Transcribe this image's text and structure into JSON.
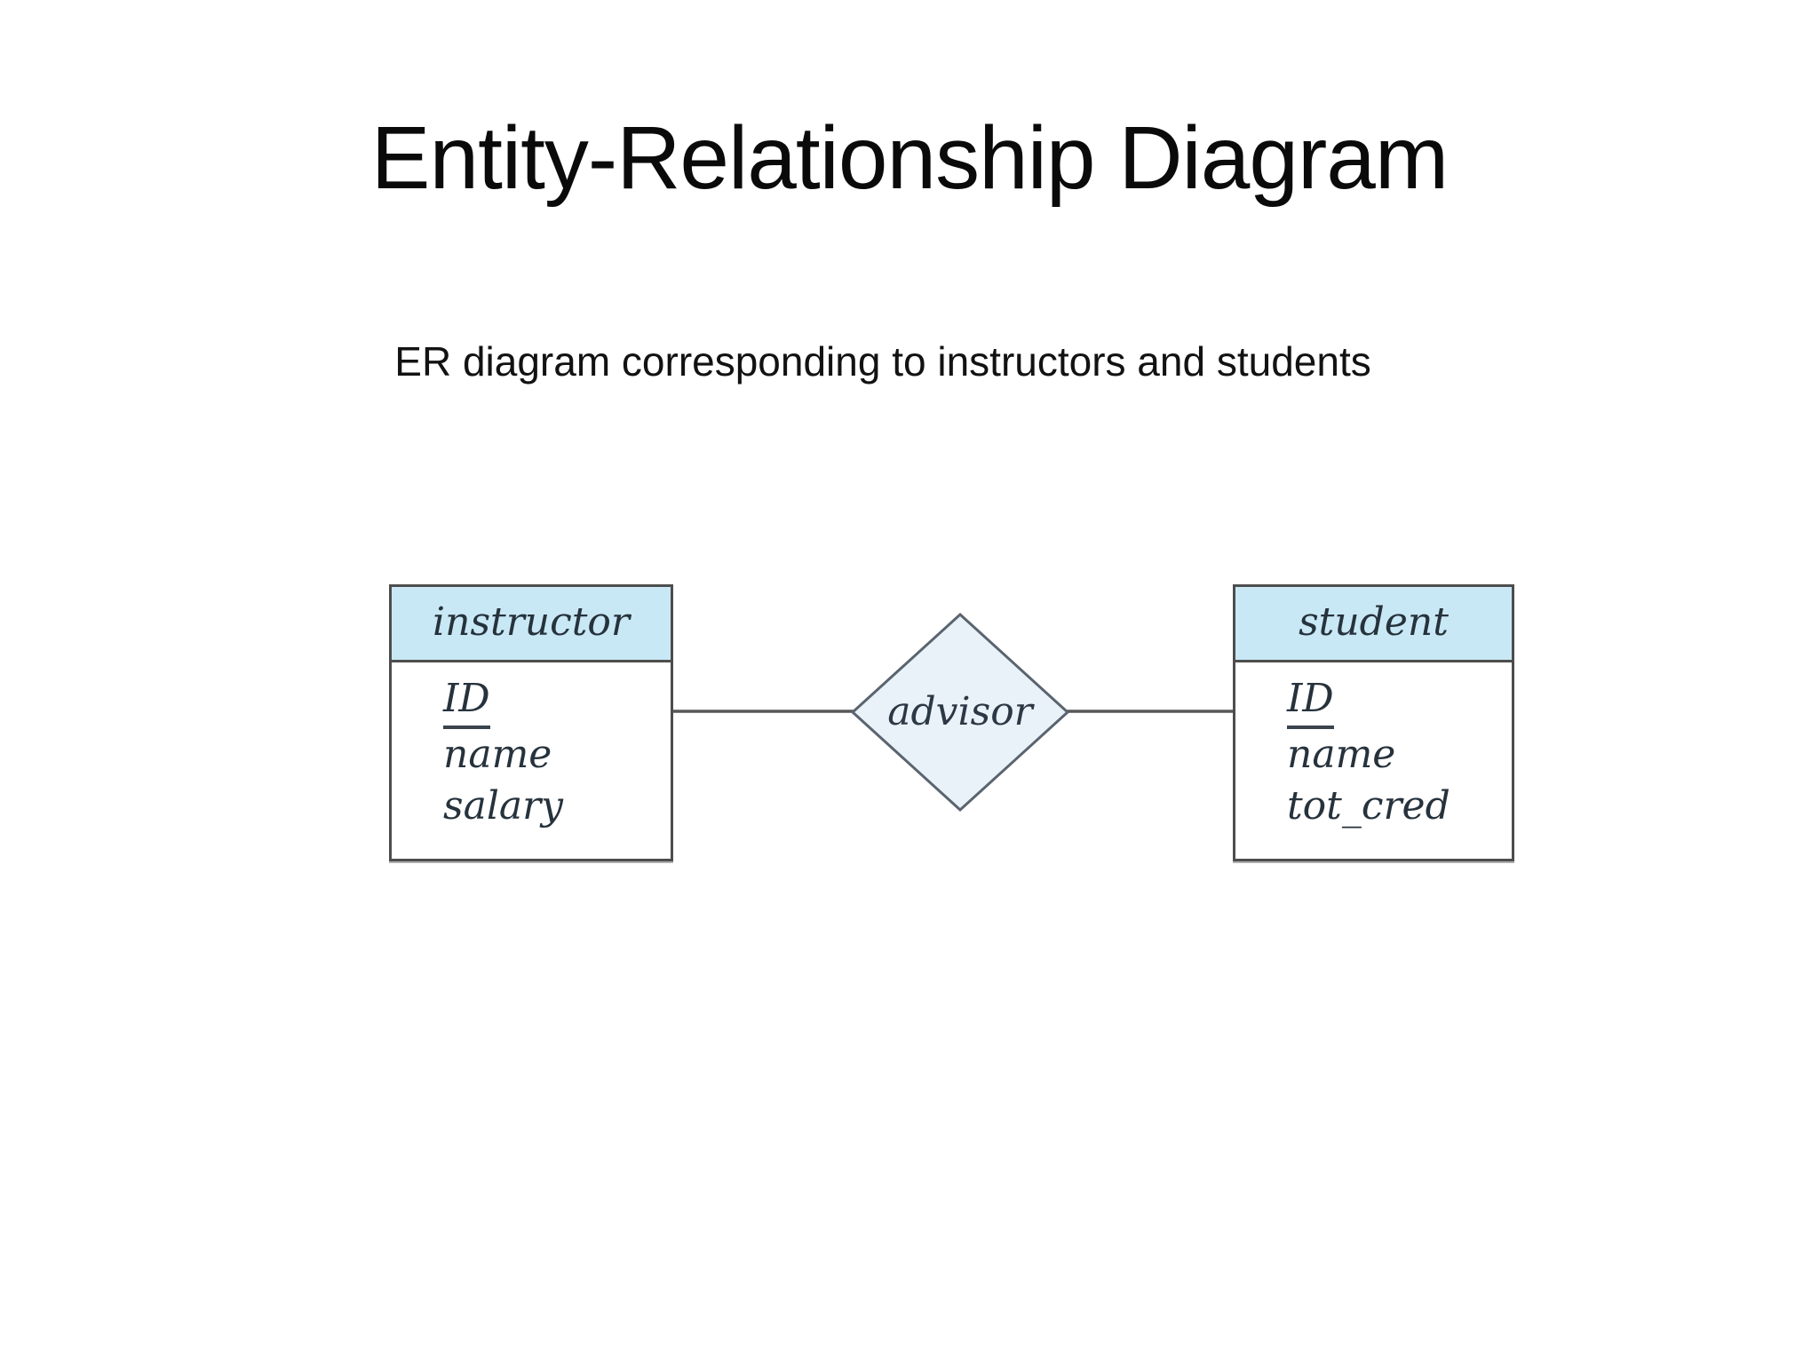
{
  "slide": {
    "title": "Entity-Relationship Diagram",
    "subtitle": "ER diagram corresponding to instructors and students"
  },
  "diagram": {
    "entities": [
      {
        "name": "instructor",
        "attributes": [
          {
            "label": "ID",
            "primary_key": true
          },
          {
            "label": "name",
            "primary_key": false
          },
          {
            "label": "salary",
            "primary_key": false
          }
        ]
      },
      {
        "name": "student",
        "attributes": [
          {
            "label": "ID",
            "primary_key": true
          },
          {
            "label": "name",
            "primary_key": false
          },
          {
            "label": "tot_cred",
            "primary_key": false
          }
        ]
      }
    ],
    "relationships": [
      {
        "label": "advisor",
        "connects": [
          "instructor",
          "student"
        ]
      }
    ],
    "colors": {
      "entity_header_fill": "#c9e8f5",
      "relationship_fill": "#e9f2f9",
      "shape_border": "#4d4d4d",
      "connector_line": "#575757",
      "diagram_text": "#26323c"
    }
  }
}
